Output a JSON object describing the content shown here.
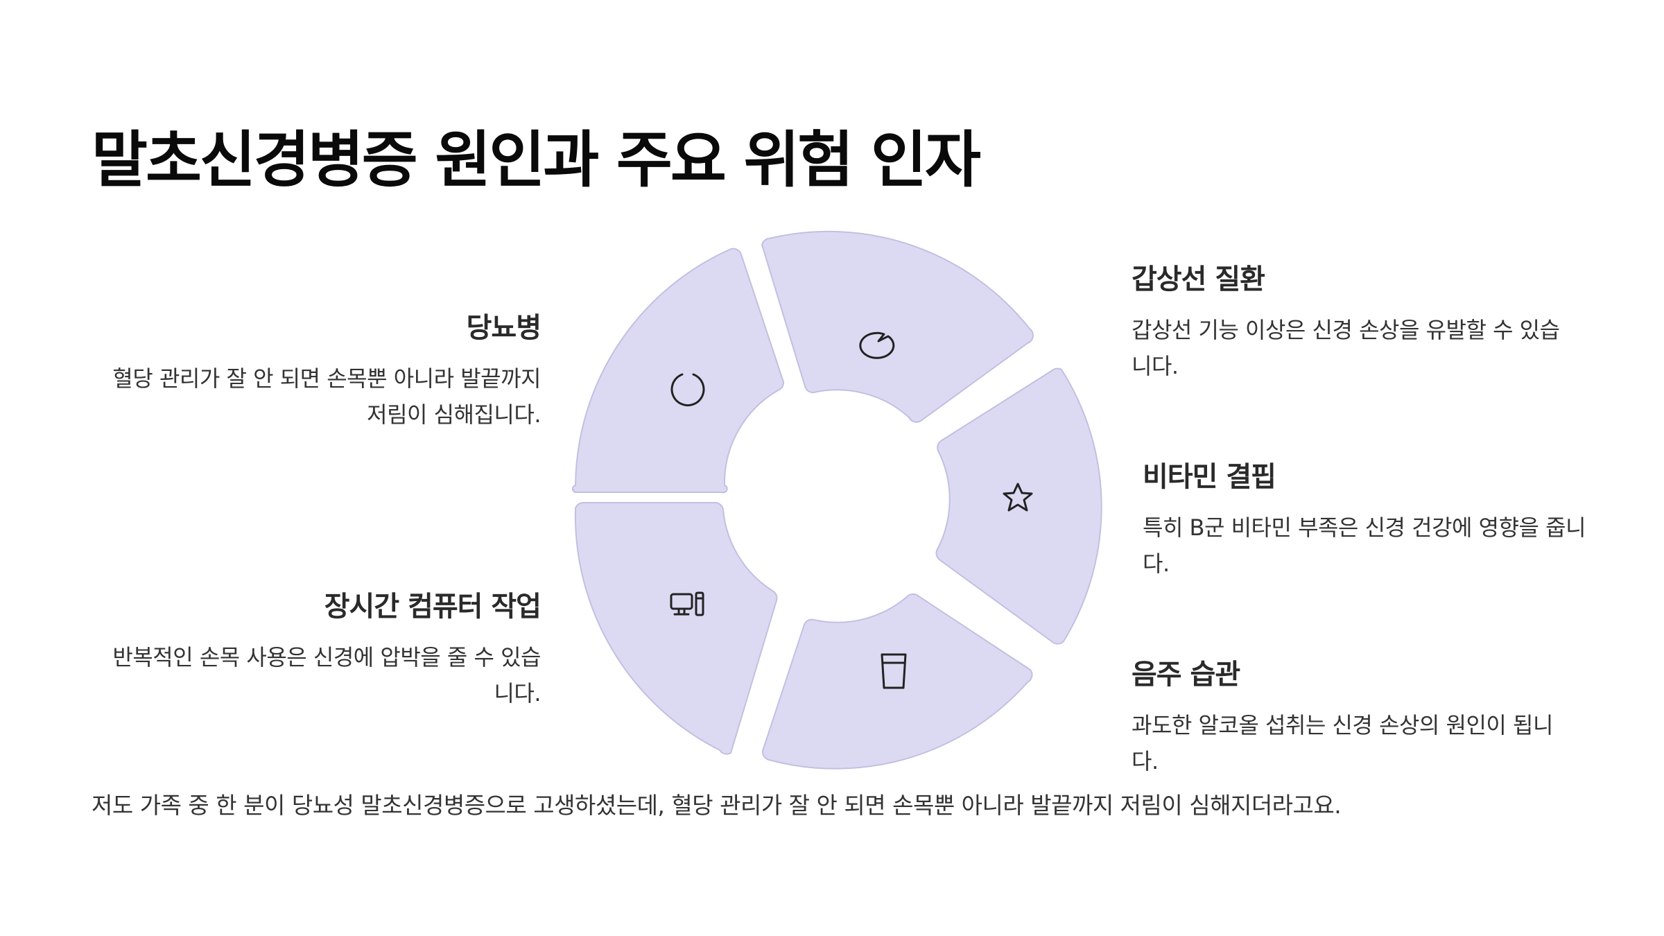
{
  "title": "말초신경병증 원인과 주요 위험 인자",
  "colors": {
    "segment_fill": "#dcdaf2",
    "segment_stroke": "#c2bfe2",
    "text": "#222222"
  },
  "segments": [
    {
      "icon": "loading-circle-icon",
      "title": "당뇨병",
      "desc": "혈당 관리가 잘 안 되면 손목뿐 아니라 발끝까지 저림이 심해집니다."
    },
    {
      "icon": "speech-bubble-icon",
      "title": "갑상선 질환",
      "desc": "갑상선 기능 이상은 신경 손상을 유발할 수 있습니다."
    },
    {
      "icon": "star-icon",
      "title": "비타민 결핍",
      "desc": "특히 B군 비타민 부족은 신경 건강에 영향을 줍니다."
    },
    {
      "icon": "cup-icon",
      "title": "음주 습관",
      "desc": "과도한 알코올 섭취는 신경 손상의 원인이 됩니다."
    },
    {
      "icon": "computer-icon",
      "title": "장시간 컴퓨터 작업",
      "desc": "반복적인 손목 사용은 신경에 압박을 줄 수 있습니다."
    }
  ],
  "footer": "저도 가족 중 한 분이 당뇨성 말초신경병증으로 고생하셨는데, 혈당 관리가 잘 안 되면 손목뿐 아니라 발끝까지 저림이 심해지더라고요."
}
